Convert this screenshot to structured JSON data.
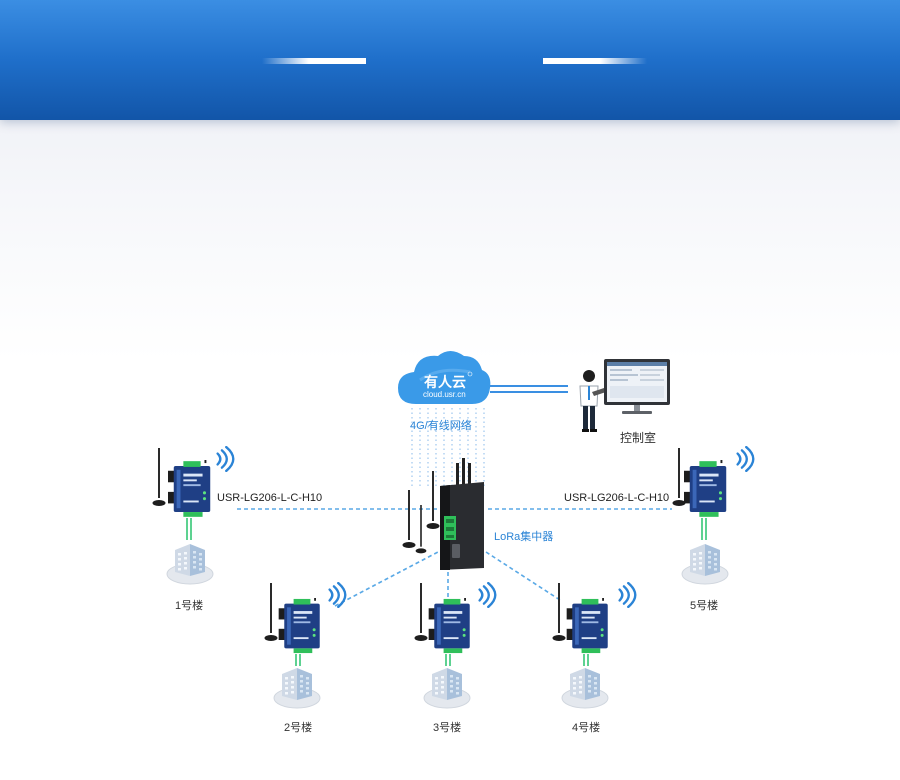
{
  "cloud": {
    "brand": "有人云",
    "domain": "cloud.usr.cn"
  },
  "network_label": "4G/有线网络",
  "control_room_label": "控制室",
  "concentrator_label": "LoRa集中器",
  "nodes": {
    "left_model": "USR-LG206-L-C-H10",
    "right_model": "USR-LG206-L-C-H10"
  },
  "buildings": [
    "1号楼",
    "2号楼",
    "3号楼",
    "4号楼",
    "5号楼"
  ],
  "colors": {
    "banner_blue": "#1f6fca",
    "link_blue": "#2b84d6",
    "cloud_blue": "#3a9ae8",
    "status_green": "#27c36c",
    "device_navy": "#1f3f85"
  }
}
